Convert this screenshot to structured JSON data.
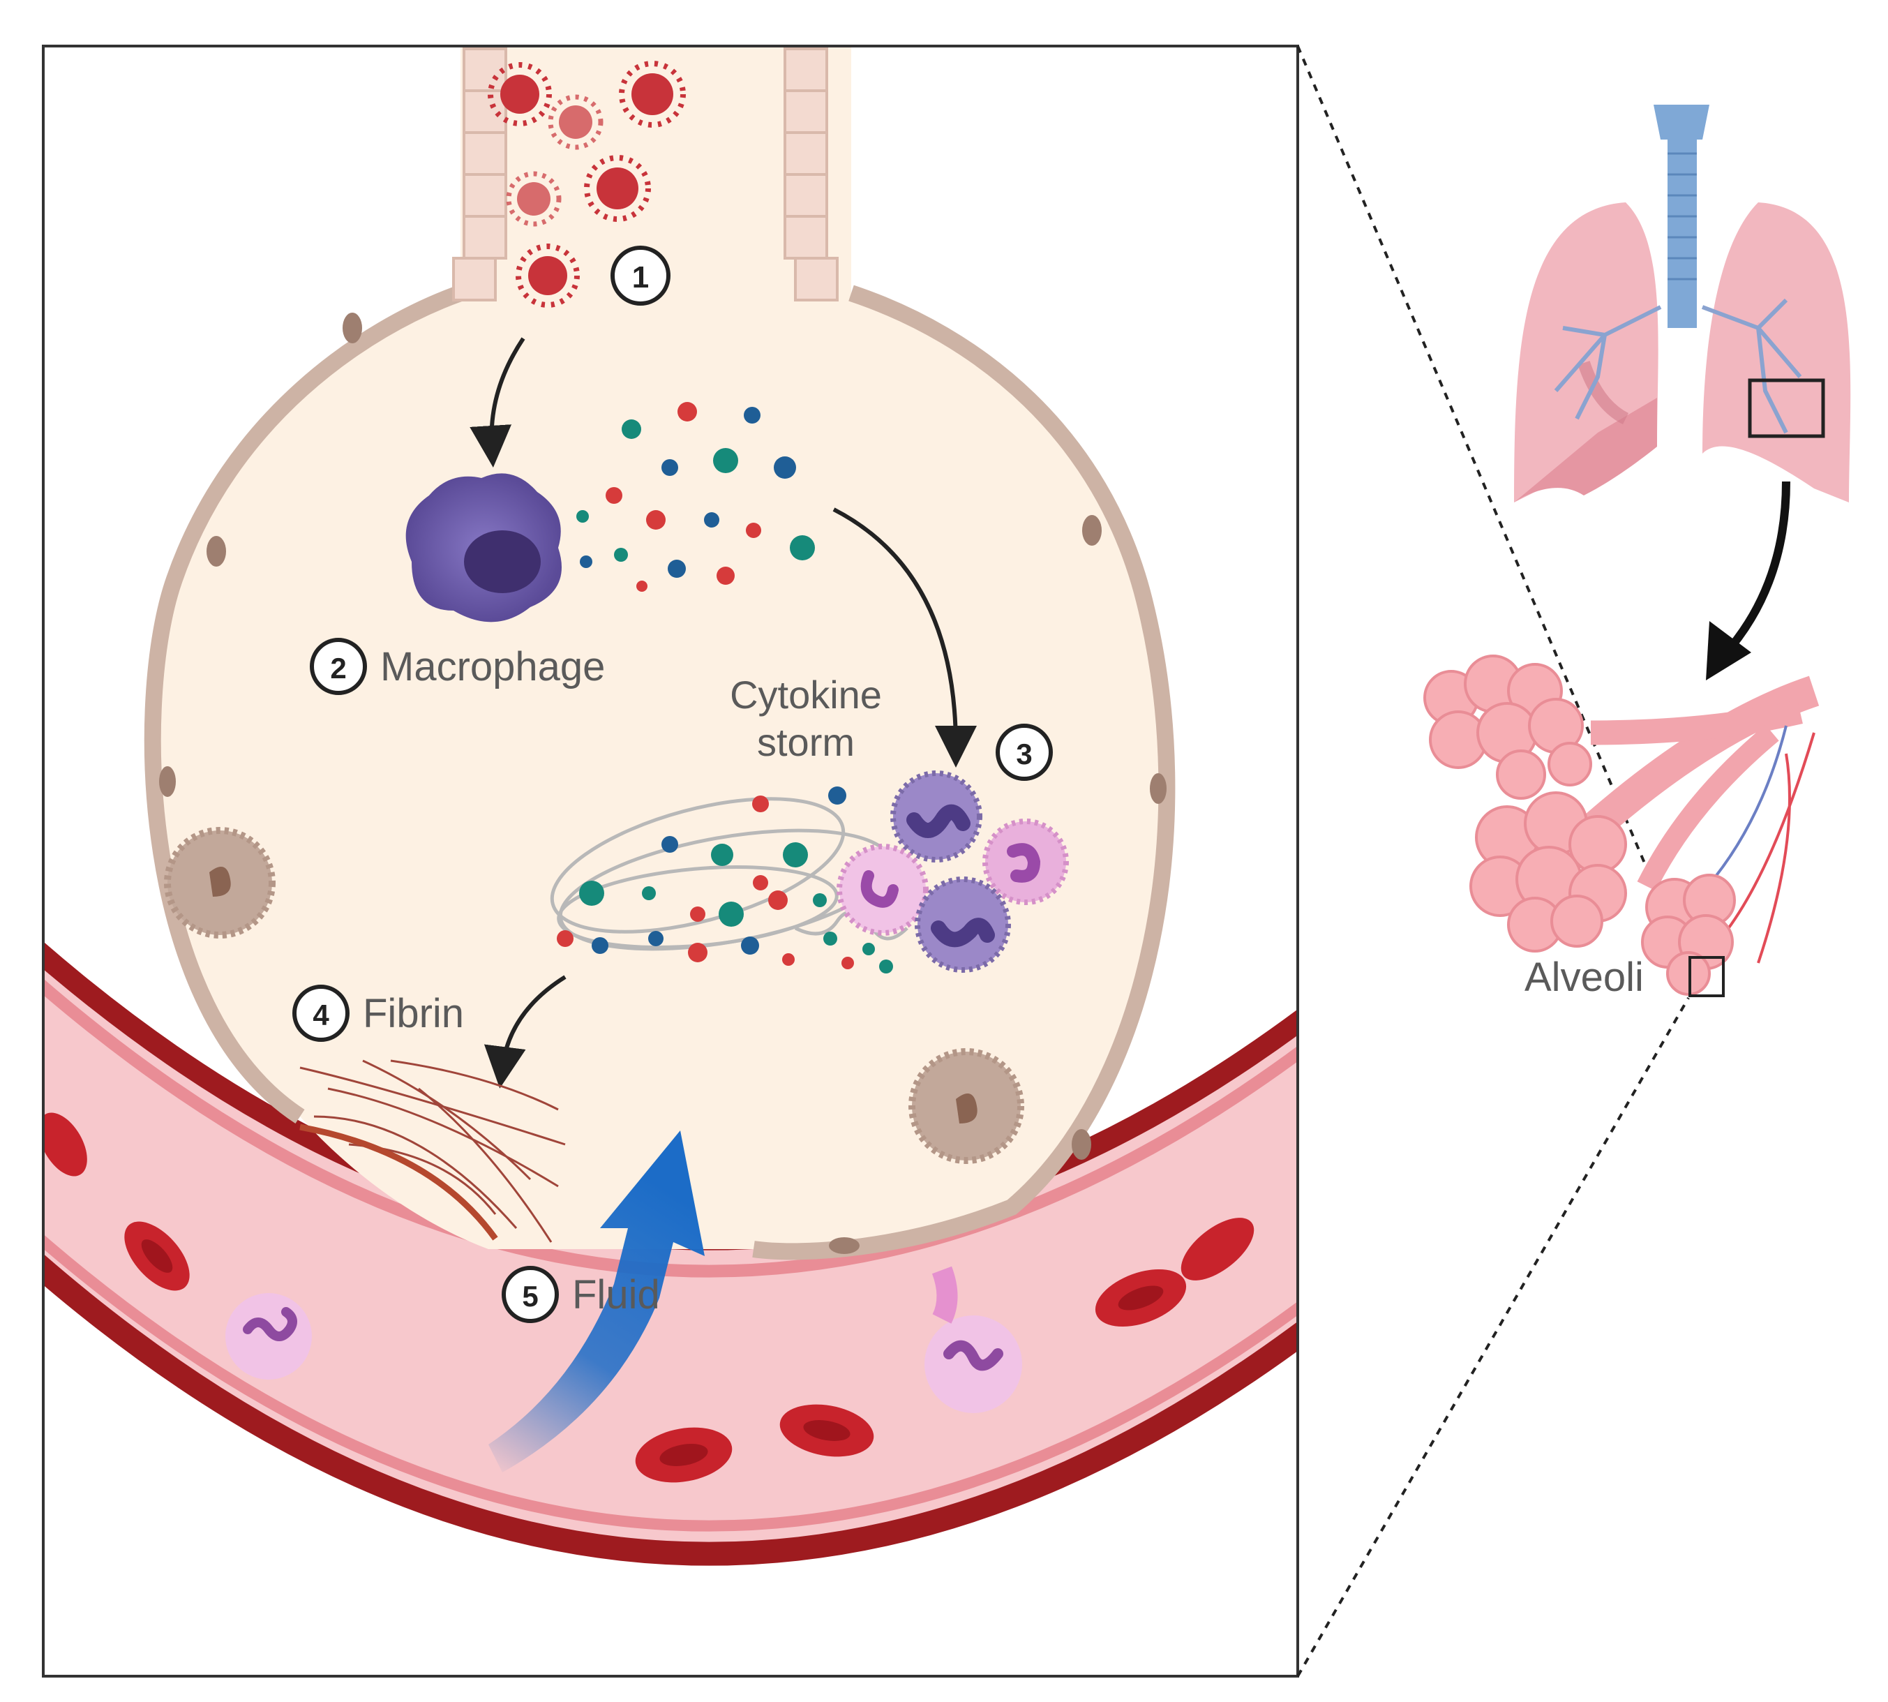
{
  "labels": {
    "macrophage": "Macrophage",
    "cytokine_line1": "Cytokine",
    "cytokine_line2": "storm",
    "fibrin": "Fibrin",
    "fluid": "Fluid",
    "alveoli": "Alveoli"
  },
  "steps": [
    "1",
    "2",
    "3",
    "4",
    "5"
  ],
  "colors": {
    "alveolar_fill": "#fdf1e3",
    "alveolar_wall": "#cdb3a5",
    "vessel_outer": "#9e1b1f",
    "vessel_lumen": "#f7c8cc",
    "virus": "#c8333a",
    "cytokine_teal": "#168a7a",
    "cytokine_red": "#d63b3b",
    "cytokine_blue": "#1f5e96",
    "macrophage": "#6a5aa8",
    "neutrophil": "#e9b0dc",
    "fluid_arrow": "#1c6cc7",
    "lung": "#f2b7bf",
    "trachea": "#7fa8d6"
  },
  "icons": [
    "virus-icon",
    "macrophage-cell-icon",
    "neutrophil-cell-icon",
    "red-blood-cell-icon",
    "lung-icon",
    "trachea-icon",
    "alveoli-cluster-icon"
  ]
}
